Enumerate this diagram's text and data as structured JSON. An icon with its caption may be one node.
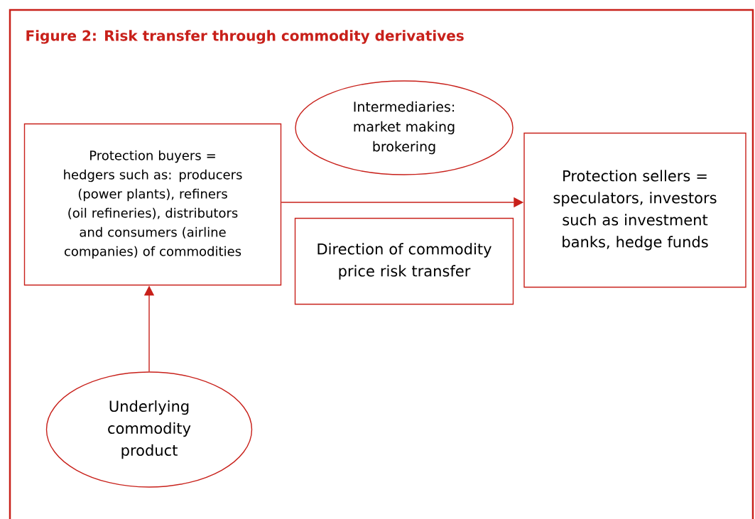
{
  "diagram": {
    "title": "Figure 2: Risk transfer through commodity derivatives",
    "nodes": [
      {
        "text": [
          "Intermediaries: market making brokering"
        ]
      },
      {
        "text": [
          "Protection buyers = hedgers such as: producers (power plants), refiners (oil refineries), distributors and consumers (airline companies) of commodities"
        ]
      },
      {
        "text": [
          "Protection sellers = speculators, investors such as investment banks, hedge funds"
        ]
      },
      {
        "text": [
          "Direction of commodity price risk transfer"
        ]
      },
      {
        "text": [
          "Underlying commodity product"
        ]
      }
    ],
    "edges": [
      {
        "from": 1,
        "to": 2,
        "arrow": "to"
      },
      {
        "from": 4,
        "to": 1,
        "arrow": "to"
      }
    ]
  }
}
